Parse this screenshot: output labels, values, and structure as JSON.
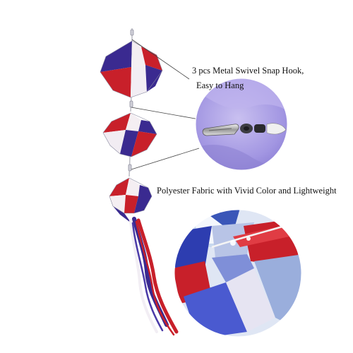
{
  "captions": {
    "swivel_line1": "3 pcs Metal Swivel Snap Hook,",
    "swivel_line2": "Easy to Hang",
    "fabric": "Polyester Fabric with Vivid Color and Lightweight"
  },
  "colors": {
    "red": "#c8202a",
    "white": "#f4f0f2",
    "blue": "#3a2a90",
    "lavender": "#a99de0",
    "pale_blue": "#c8d8ee",
    "background": "#ffffff"
  },
  "icons": {
    "snap_hook": "swivel-snap-hook-icon"
  }
}
